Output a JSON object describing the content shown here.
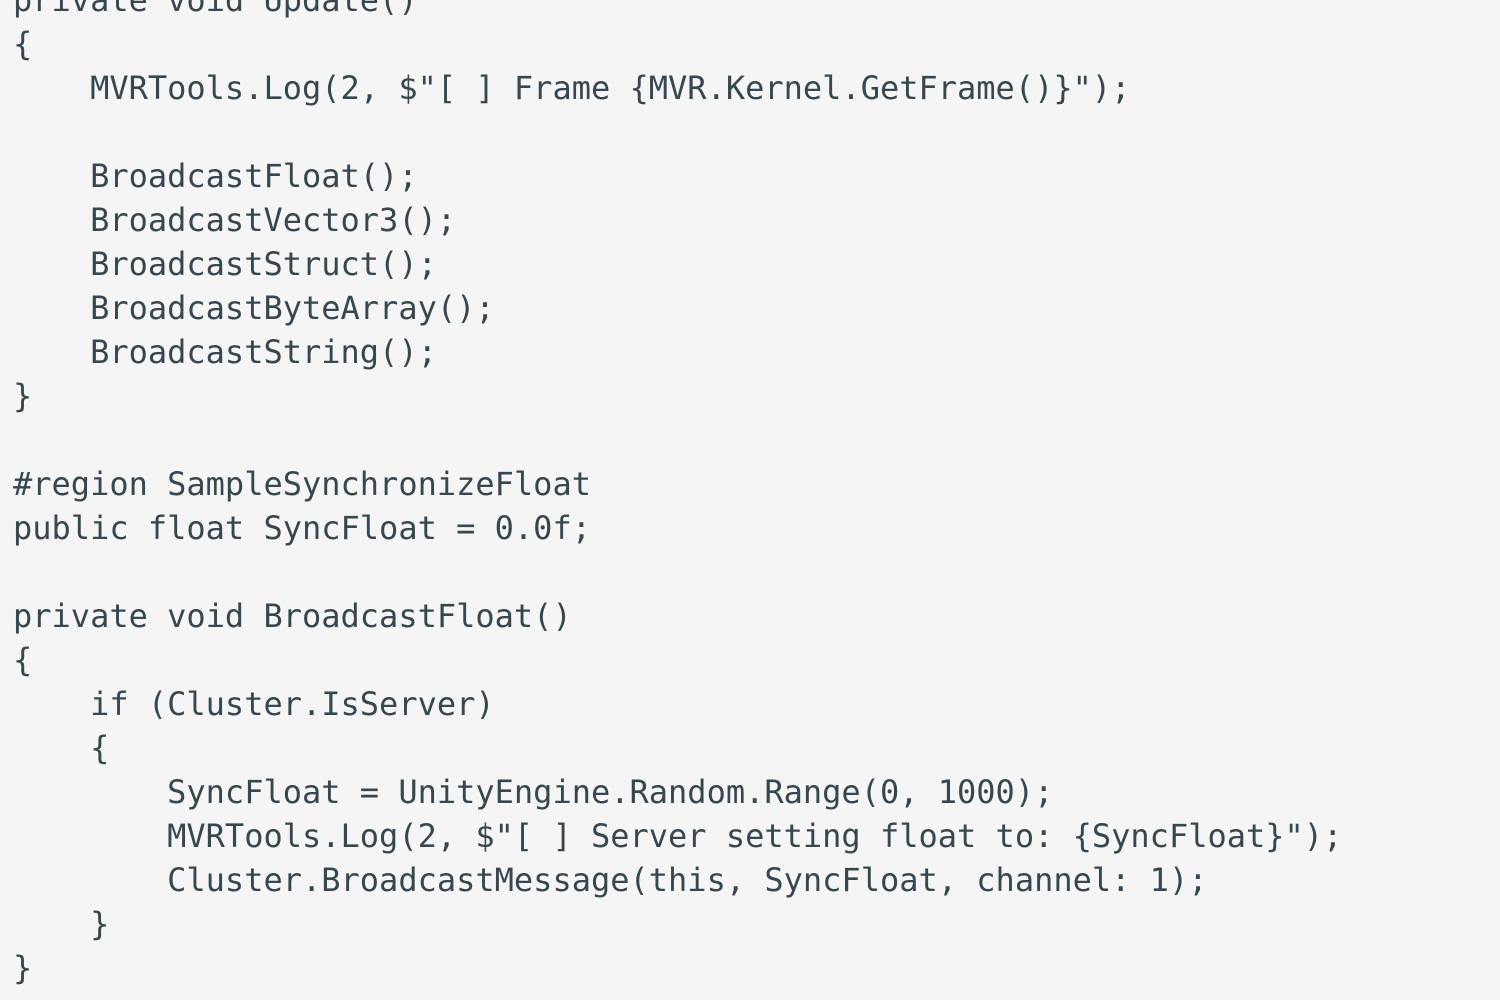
{
  "code": {
    "language": "csharp",
    "lines": [
      "private void Update()",
      "{",
      "    MVRTools.Log(2, $\"[ ] Frame {MVR.Kernel.GetFrame()}\");",
      "",
      "    BroadcastFloat();",
      "    BroadcastVector3();",
      "    BroadcastStruct();",
      "    BroadcastByteArray();",
      "    BroadcastString();",
      "}",
      "",
      "#region SampleSynchronizeFloat",
      "public float SyncFloat = 0.0f;",
      "",
      "private void BroadcastFloat()",
      "{",
      "    if (Cluster.IsServer)",
      "    {",
      "        SyncFloat = UnityEngine.Random.Range(0, 1000);",
      "        MVRTools.Log(2, $\"[ ] Server setting float to: {SyncFloat}\");",
      "        Cluster.BroadcastMessage(this, SyncFloat, channel: 1);",
      "    }",
      "}"
    ]
  },
  "colors": {
    "background": "#f5f5f5",
    "text": "#37474f"
  }
}
